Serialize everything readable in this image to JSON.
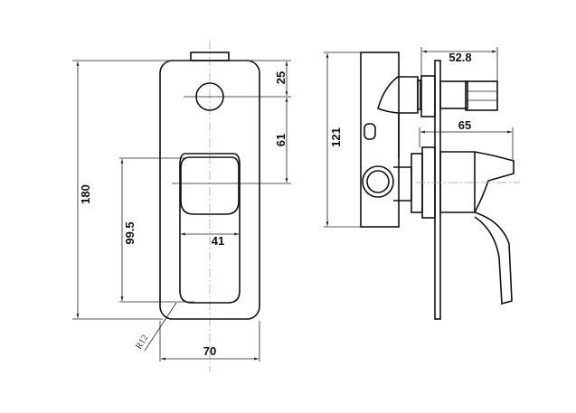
{
  "front_view": {
    "height": "180",
    "width": "70",
    "top_to_hole": "25",
    "hole_to_lever": "61",
    "lever_height": "99.5",
    "lever_width": "41",
    "corner_radius": "R12"
  },
  "side_view": {
    "body_height": "121",
    "cartridge_depth": "52.8",
    "handle_depth": "65"
  },
  "colors": {
    "line": "#111111",
    "centerline": "#999999"
  }
}
